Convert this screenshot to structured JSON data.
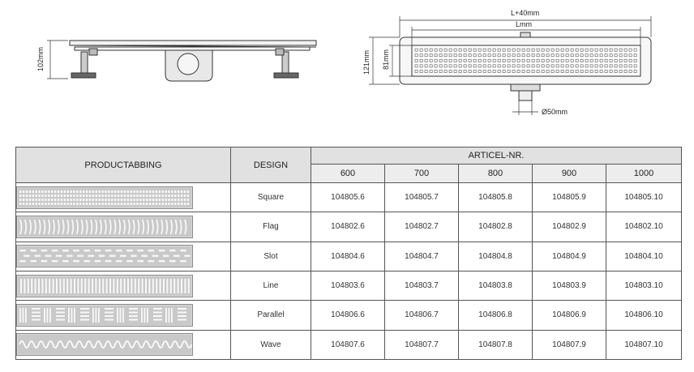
{
  "drawings": {
    "side_view": {
      "height_label": "102mm"
    },
    "top_view": {
      "overall_length_label": "L+40mm",
      "inner_length_label": "Lmm",
      "outer_height_label": "121mm",
      "inner_height_label": "81mm",
      "outlet_label": "Ø50mm"
    }
  },
  "table": {
    "col_product": "PRODUCTABBING",
    "col_design": "DESIGN",
    "col_article": "ARTICEL-NR.",
    "sizes": [
      "600",
      "700",
      "800",
      "900",
      "1000"
    ],
    "rows": [
      {
        "pattern": "square-pattern",
        "design": "Square",
        "articles": [
          "104805.6",
          "104805.7",
          "104805.8",
          "104805.9",
          "104805.10"
        ]
      },
      {
        "pattern": "flag-pattern",
        "design": "Flag",
        "articles": [
          "104802.6",
          "104802.7",
          "104802.8",
          "104802.9",
          "104802.10"
        ]
      },
      {
        "pattern": "slot-pattern",
        "design": "Slot",
        "articles": [
          "104804.6",
          "104804.7",
          "104804.8",
          "104804.9",
          "104804.10"
        ]
      },
      {
        "pattern": "line-pattern",
        "design": "Line",
        "articles": [
          "104803.6",
          "104803.7",
          "104803.8",
          "104803.9",
          "104803.10"
        ]
      },
      {
        "pattern": "parallel-pattern",
        "design": "Parallel",
        "articles": [
          "104806.6",
          "104806.7",
          "104806.8",
          "104806.9",
          "104806.10"
        ]
      },
      {
        "pattern": "wave-pattern",
        "design": "Wave",
        "articles": [
          "104807.6",
          "104807.7",
          "104807.8",
          "104807.9",
          "104807.10"
        ]
      }
    ]
  }
}
